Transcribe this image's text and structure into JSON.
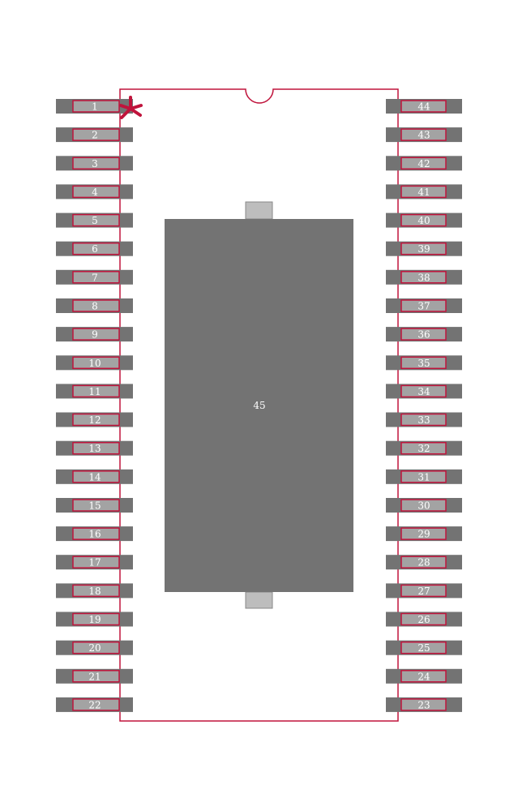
{
  "footprint": {
    "colors": {
      "background": "#ffffff",
      "pad_fill": "#737373",
      "pad_inner_fill": "#a3a3a3",
      "pad_outline": "#c0143c",
      "body_outline": "#c0143c",
      "exposed_pad_fill": "#737373",
      "thermal_tab_fill": "#bdbdbd",
      "label_color": "#ffffff",
      "pin1_marker": "#c0143c"
    },
    "pin1_marker_icon": "asterisk-icon",
    "left_pins": [
      "1",
      "2",
      "3",
      "4",
      "5",
      "6",
      "7",
      "8",
      "9",
      "10",
      "11",
      "12",
      "13",
      "14",
      "15",
      "16",
      "17",
      "18",
      "19",
      "20",
      "21",
      "22"
    ],
    "right_pins": [
      "44",
      "43",
      "42",
      "41",
      "40",
      "39",
      "38",
      "37",
      "36",
      "35",
      "34",
      "33",
      "32",
      "31",
      "30",
      "29",
      "28",
      "27",
      "26",
      "25",
      "24",
      "23"
    ],
    "exposed_pad_label": "45"
  }
}
